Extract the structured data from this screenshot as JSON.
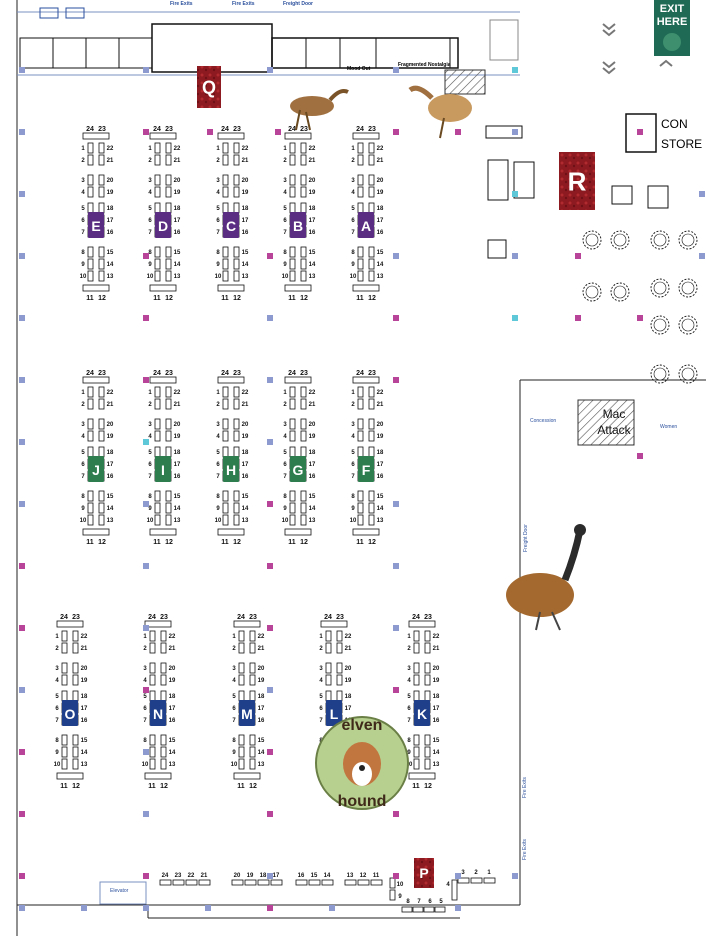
{
  "top_labels": {
    "fire_exits_1": "Fire Exits",
    "fire_exits_2": "Fire Exits",
    "freight_door_top": "Freight Door",
    "mood_out": "Mood Out",
    "fragmented_nostalgia": "Fragmented Nostalgia",
    "freight_door_side": "Freight Door",
    "fire_exits_side_1": "Fire Exits",
    "fire_exits_side_2": "Fire Exits",
    "concession": "Concession",
    "women": "Women",
    "elevator": "Elevator"
  },
  "exit_sign": {
    "line1": "EXIT",
    "line2": "HERE"
  },
  "con_store": {
    "line1": "CON",
    "line2": "STORE"
  },
  "mac_attack": {
    "line1": "Mac",
    "line2": "Attack"
  },
  "logo": {
    "top": "elven",
    "bottom": "hound"
  },
  "sections": [
    {
      "letter": "Q",
      "color": "#9a1b22"
    },
    {
      "letter": "R",
      "color": "#9a1b22"
    },
    {
      "letter": "P",
      "color": "#9a1b22"
    },
    {
      "letter": "E",
      "color": "#5a2d82"
    },
    {
      "letter": "D",
      "color": "#5a2d82"
    },
    {
      "letter": "C",
      "color": "#5a2d82"
    },
    {
      "letter": "B",
      "color": "#5a2d82"
    },
    {
      "letter": "A",
      "color": "#5a2d82"
    },
    {
      "letter": "J",
      "color": "#2e7d4f"
    },
    {
      "letter": "I",
      "color": "#2e7d4f"
    },
    {
      "letter": "H",
      "color": "#2e7d4f"
    },
    {
      "letter": "G",
      "color": "#2e7d4f"
    },
    {
      "letter": "F",
      "color": "#2e7d4f"
    },
    {
      "letter": "O",
      "color": "#1f3f8a"
    },
    {
      "letter": "N",
      "color": "#1f3f8a"
    },
    {
      "letter": "M",
      "color": "#1f3f8a"
    },
    {
      "letter": "L",
      "color": "#1f3f8a"
    },
    {
      "letter": "K",
      "color": "#1f3f8a"
    }
  ],
  "table_numbers": {
    "top_pair": [
      "24",
      "23"
    ],
    "left": [
      "1",
      "2",
      "3",
      "4",
      "5",
      "6",
      "7",
      "8",
      "9",
      "10"
    ],
    "right": [
      "22",
      "21",
      "20",
      "19",
      "18",
      "17",
      "16",
      "15",
      "14",
      "13"
    ],
    "bottom_pair": [
      "11",
      "12"
    ]
  },
  "bottom_row_numbers": [
    "24",
    "23",
    "22",
    "21",
    "20",
    "19",
    "18",
    "17",
    "16",
    "15",
    "14",
    "13",
    "12",
    "11"
  ],
  "p_block_numbers": {
    "left": [
      "10",
      "9"
    ],
    "bottom": [
      "8",
      "7",
      "6",
      "5"
    ],
    "right": [
      "4",
      "3",
      "2",
      "1"
    ]
  },
  "colors": {
    "pink_post": "#b8449a",
    "blue_post": "#8c9ad0",
    "cyan": "#5ec8d8",
    "wall": "#111111"
  }
}
